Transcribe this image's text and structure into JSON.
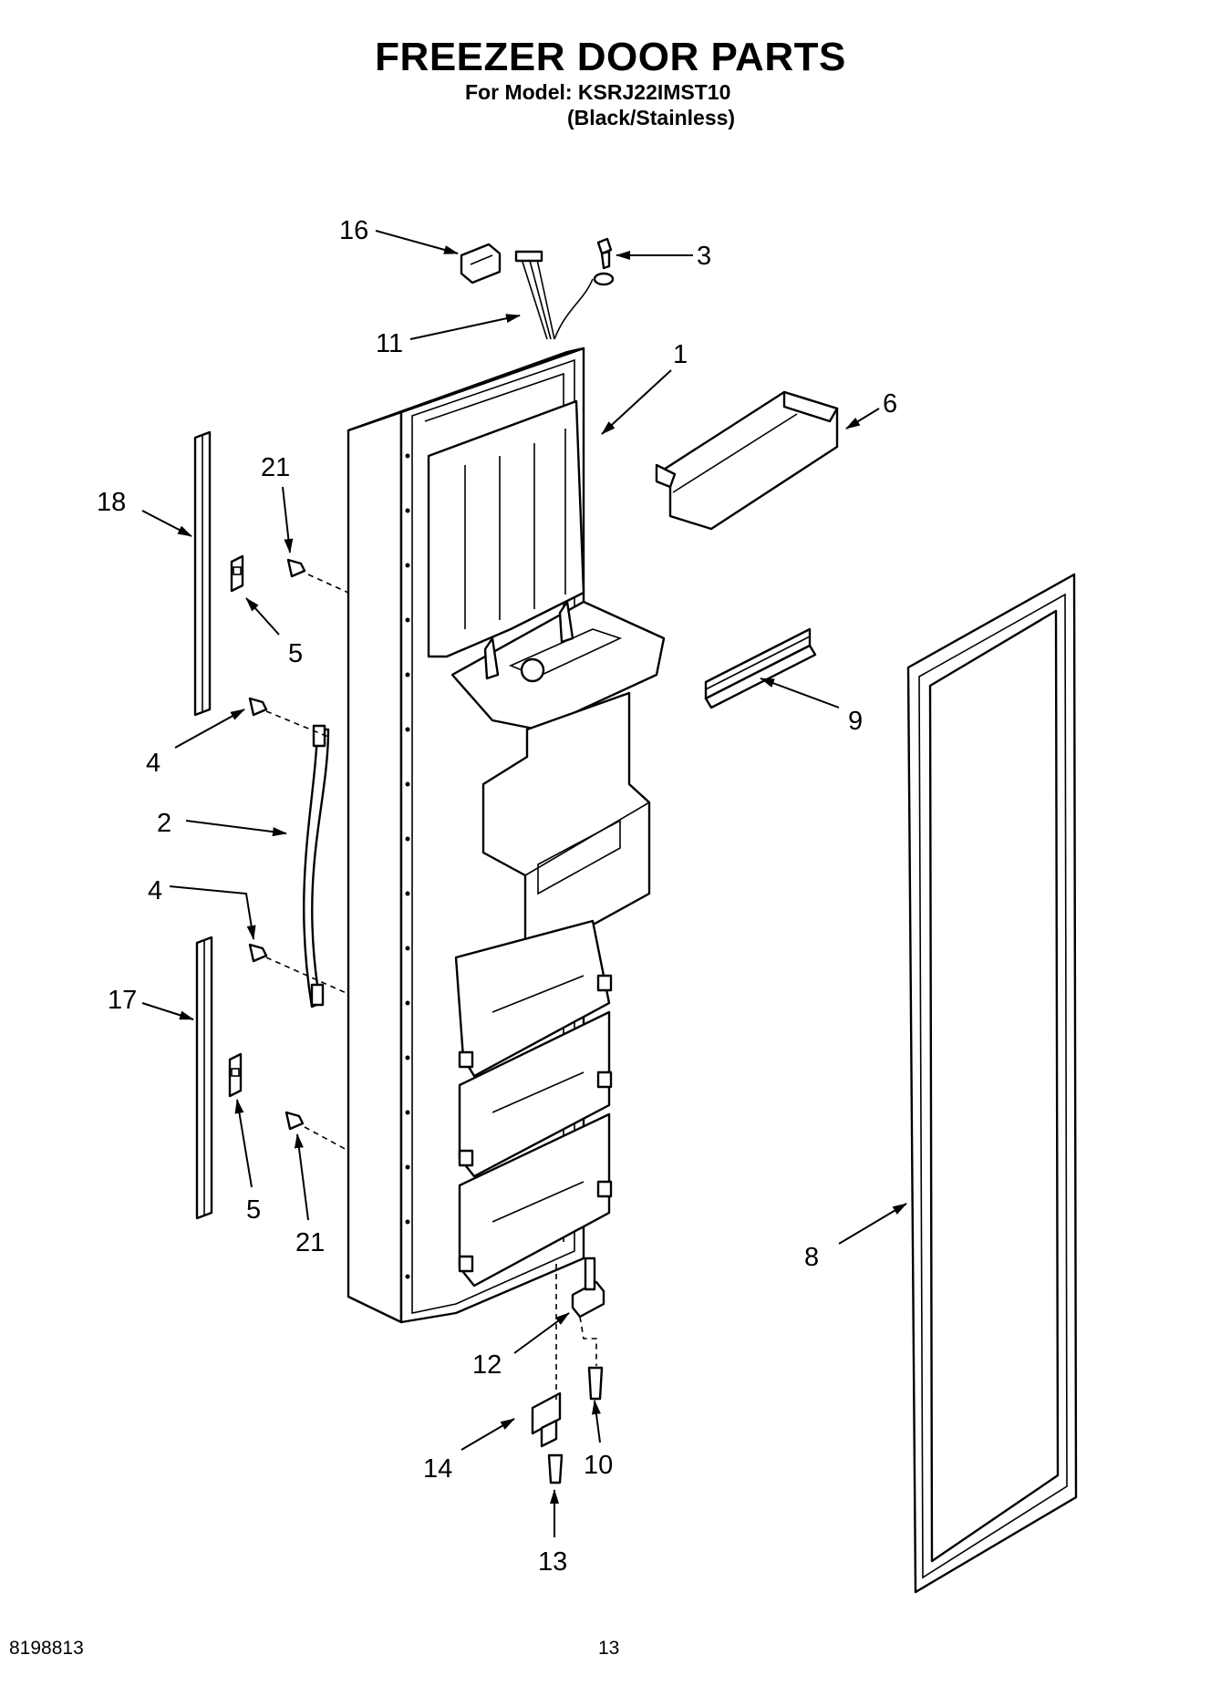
{
  "header": {
    "title": "FREEZER DOOR PARTS",
    "model": "For Model: KSRJ22IMST10",
    "finish": "(Black/Stainless)"
  },
  "callouts": [
    "16",
    "3",
    "11",
    "1",
    "6",
    "21",
    "18",
    "5",
    "9",
    "4",
    "2",
    "4",
    "17",
    "5",
    "21",
    "8",
    "12",
    "14",
    "10",
    "13"
  ],
  "footer": {
    "doc_number": "8198813",
    "page_number": "13"
  }
}
